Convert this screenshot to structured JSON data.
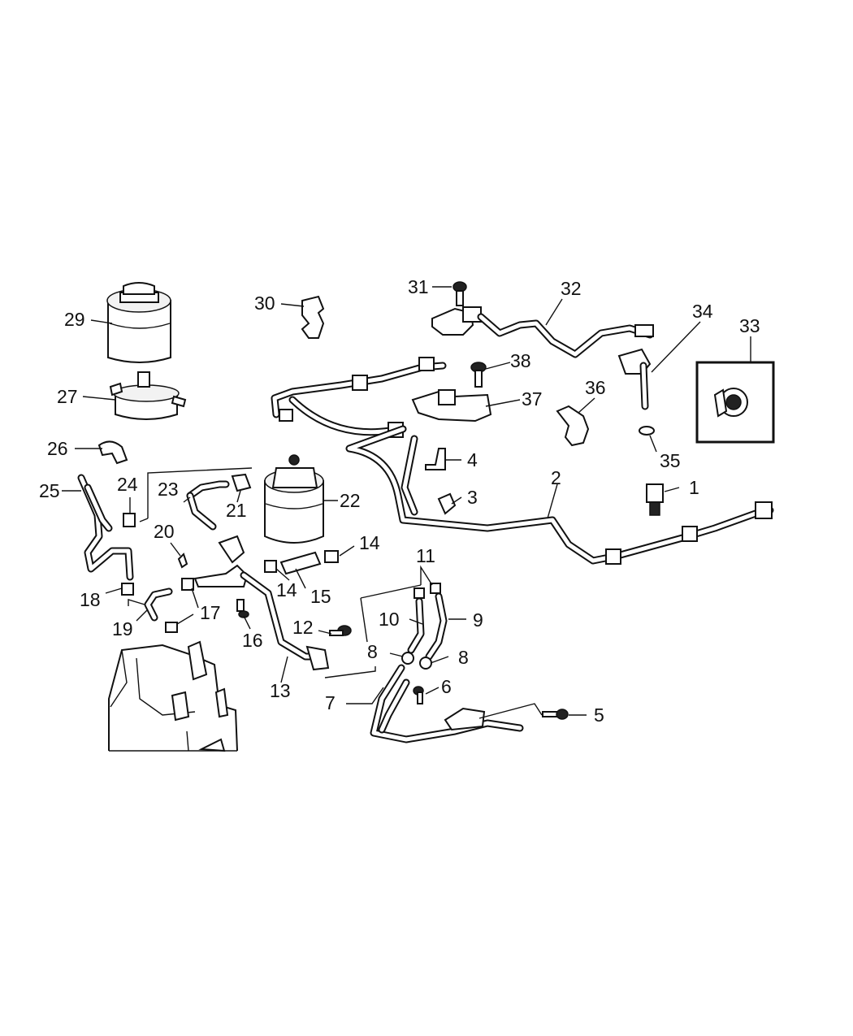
{
  "diagram": {
    "labels": [
      "1",
      "2",
      "3",
      "4",
      "5",
      "6",
      "7",
      "8",
      "8",
      "9",
      "10",
      "11",
      "12",
      "13",
      "14",
      "14",
      "15",
      "16",
      "17",
      "18",
      "19",
      "20",
      "21",
      "22",
      "23",
      "24",
      "25",
      "26",
      "27",
      "29",
      "30",
      "31",
      "32",
      "33",
      "34",
      "35",
      "36",
      "37",
      "38"
    ],
    "callouts": [
      {
        "id": "1",
        "name": "callout-1"
      }
    ]
  }
}
